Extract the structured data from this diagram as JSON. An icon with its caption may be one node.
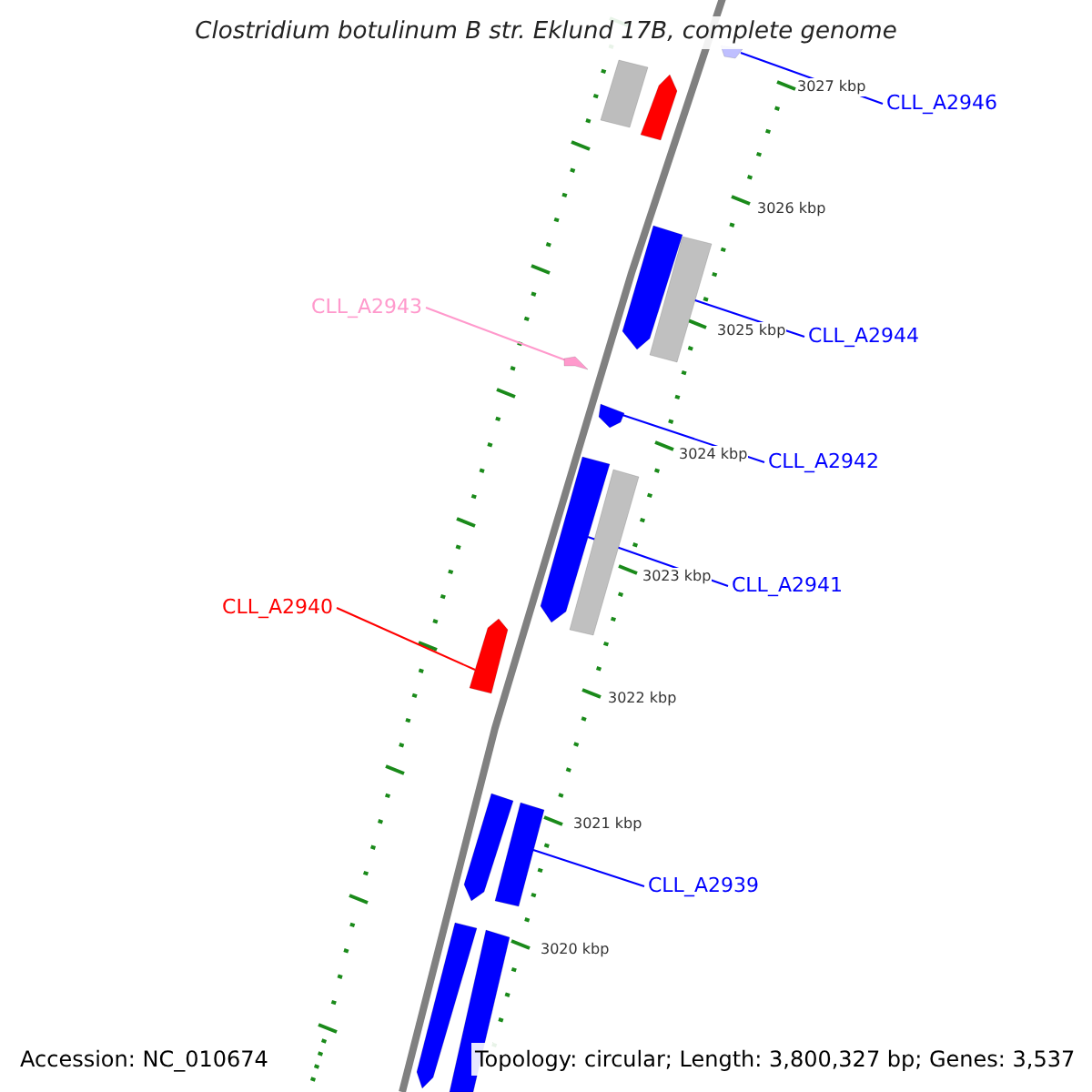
{
  "diagram": {
    "title": "Clostridium botulinum B str. Eklund 17B, complete genome",
    "nodes": [
      {
        "text": [
          "CLL_A2946"
        ]
      },
      {
        "text": [
          "CLL_A2943"
        ]
      },
      {
        "text": [
          "CLL_A2944"
        ]
      },
      {
        "text": [
          "CLL_A2942"
        ]
      },
      {
        "text": [
          "CLL_A2941"
        ]
      },
      {
        "text": [
          "CLL_A2940"
        ]
      },
      {
        "text": [
          "CLL_A2939"
        ]
      },
      {
        "text": [],
        "shape": "bar"
      },
      {
        "text": [],
        "shape": "bar"
      },
      {
        "text": [],
        "shape": "arrow"
      },
      {
        "text": [],
        "shape": "arrow"
      },
      {
        "text": [],
        "shape": "bar"
      },
      {
        "text": [],
        "shape": "arrow"
      },
      {
        "text": [],
        "shape": "arrow"
      },
      {
        "text": [],
        "shape": "arrow"
      },
      {
        "text": [],
        "shape": "bar"
      },
      {
        "text": [],
        "shape": "arrow"
      },
      {
        "text": [],
        "shape": "arrow"
      },
      {
        "text": [],
        "shape": "bar"
      },
      {
        "text": [],
        "shape": "arrow"
      },
      {
        "text": [],
        "shape": "bar"
      }
    ],
    "edges": [
      {
        "from": 0,
        "to": 7,
        "arrow": "none"
      },
      {
        "from": 1,
        "to": 12,
        "arrow": "none",
        "color": "#ff99cc"
      },
      {
        "from": 2,
        "to": 10,
        "arrow": "none"
      },
      {
        "from": 3,
        "to": 13,
        "arrow": "none"
      },
      {
        "from": 4,
        "to": 14,
        "arrow": "none"
      },
      {
        "from": 5,
        "to": 16,
        "arrow": "none",
        "color": "#ff0000"
      },
      {
        "from": 6,
        "to": 18,
        "arrow": "none"
      }
    ],
    "labels": [
      "3027 kbp",
      "3026 kbp",
      "3025 kbp",
      "3024 kbp",
      "3023 kbp",
      "3022 kbp",
      "3021 kbp",
      "3020 kbp",
      "Accession: NC_010674",
      "Topology: circular; Length: 3,800,327 bp; Genes: 3,537"
    ]
  }
}
